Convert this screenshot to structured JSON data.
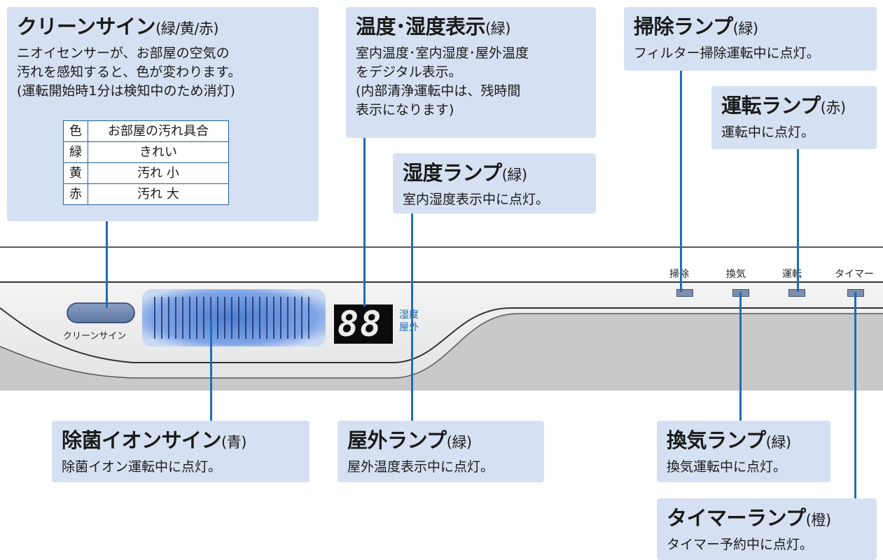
{
  "callouts": {
    "clean_sign": {
      "title": "クリーンサイン",
      "color": "(緑/黄/赤)",
      "desc": "ニオイセンサーが、お部屋の空気の\n汚れを感知すると、色が変わります。\n(運転開始時1分は検知中のため消灯)",
      "table": {
        "headers": [
          "色",
          "お部屋の汚れ具合"
        ],
        "rows": [
          [
            "緑",
            "きれい"
          ],
          [
            "黄",
            "汚れ 小"
          ],
          [
            "赤",
            "汚れ 大"
          ]
        ]
      }
    },
    "temp_humidity": {
      "title": "温度･湿度表示",
      "color": "(緑)",
      "desc": "室内温度･室内湿度･屋外温度\nをデジタル表示。\n(内部清浄運転中は、残時間\n表示になります)"
    },
    "humidity_lamp": {
      "title": "湿度ランプ",
      "color": "(緑)",
      "desc": "室内湿度表示中に点灯。"
    },
    "clean_lamp": {
      "title": "掃除ランプ",
      "color": "(緑)",
      "desc": "フィルター掃除運転中に点灯。"
    },
    "run_lamp": {
      "title": "運転ランプ",
      "color": "(赤)",
      "desc": "運転中に点灯。"
    },
    "ion_sign": {
      "title": "除菌イオンサイン",
      "color": "(青)",
      "desc": "除菌イオン運転中に点灯。"
    },
    "outdoor_lamp": {
      "title": "屋外ランプ",
      "color": "(緑)",
      "desc": "屋外温度表示中に点灯。"
    },
    "vent_lamp": {
      "title": "換気ランプ",
      "color": "(緑)",
      "desc": "換気運転中に点灯。"
    },
    "timer_lamp": {
      "title": "タイマーランプ",
      "color": "(橙)",
      "desc": "タイマー予約中に点灯。"
    }
  },
  "panel": {
    "sign_label": "クリーンサイン",
    "display_digits": "88",
    "display_label_humidity": "湿度",
    "display_label_outdoor": "屋外",
    "lamp_labels": [
      "掃除",
      "換気",
      "運転",
      "タイマー"
    ]
  },
  "colors": {
    "callout_bg": "#d5e1f2",
    "leader": "#1f6db8",
    "ion_glow": "#5b8fd8",
    "lamp": "#7d8fad"
  }
}
